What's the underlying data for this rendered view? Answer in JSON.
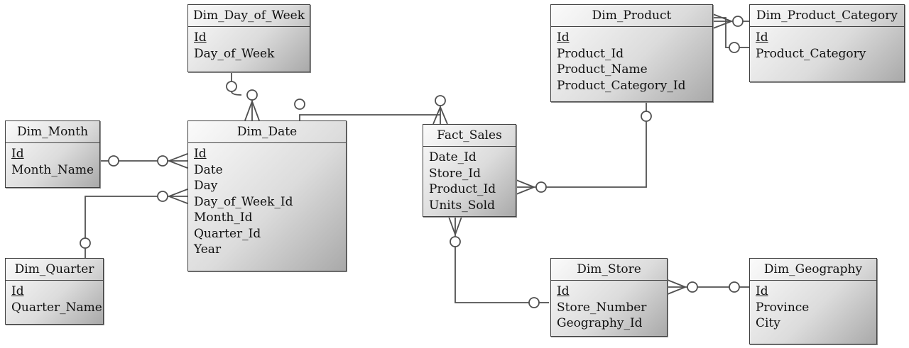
{
  "entities": {
    "dim_day_of_week": {
      "name": "Dim_Day_of_Week",
      "fields": [
        "Id",
        "Day_of_Week"
      ]
    },
    "dim_month": {
      "name": "Dim_Month",
      "fields": [
        "Id",
        "Month_Name"
      ]
    },
    "dim_quarter": {
      "name": "Dim_Quarter",
      "fields": [
        "Id",
        "Quarter_Name"
      ]
    },
    "dim_date": {
      "name": "Dim_Date",
      "fields": [
        "Id",
        "Date",
        "Day",
        "Day_of_Week_Id",
        "Month_Id",
        "Quarter_Id",
        "Year"
      ]
    },
    "fact_sales": {
      "name": "Fact_Sales",
      "fields": [
        "Date_Id",
        "Store_Id",
        "Product_Id",
        "Units_Sold"
      ]
    },
    "dim_product": {
      "name": "Dim_Product",
      "fields": [
        "Id",
        "Product_Id",
        "Product_Name",
        "Product_Category_Id"
      ]
    },
    "dim_product_category": {
      "name": "Dim_Product_Category",
      "fields": [
        "Id",
        "Product_Category"
      ]
    },
    "dim_store": {
      "name": "Dim_Store",
      "fields": [
        "Id",
        "Store_Number",
        "Geography_Id"
      ]
    },
    "dim_geography": {
      "name": "Dim_Geography",
      "fields": [
        "Id",
        "Province",
        "City"
      ]
    }
  },
  "relationships": [
    {
      "from": "Dim_Day_of_Week",
      "to": "Dim_Date",
      "cardinality": "zero-or-one to zero-or-many"
    },
    {
      "from": "Dim_Month",
      "to": "Dim_Date",
      "cardinality": "zero-or-one to zero-or-many"
    },
    {
      "from": "Dim_Quarter",
      "to": "Dim_Date",
      "cardinality": "zero-or-one to zero-or-many"
    },
    {
      "from": "Dim_Date",
      "to": "Fact_Sales",
      "cardinality": "zero-or-one to zero-or-many"
    },
    {
      "from": "Dim_Product",
      "to": "Fact_Sales",
      "cardinality": "zero-or-one to zero-or-many"
    },
    {
      "from": "Dim_Store",
      "to": "Fact_Sales",
      "cardinality": "zero-or-one to zero-or-many"
    },
    {
      "from": "Dim_Product_Category",
      "to": "Dim_Product",
      "cardinality": "zero-or-one to zero-or-many"
    },
    {
      "from": "Dim_Geography",
      "to": "Dim_Store",
      "cardinality": "zero-or-one to zero-or-many"
    }
  ],
  "colors": {
    "line": "#505050",
    "border": "#404040",
    "text": "#111111"
  }
}
